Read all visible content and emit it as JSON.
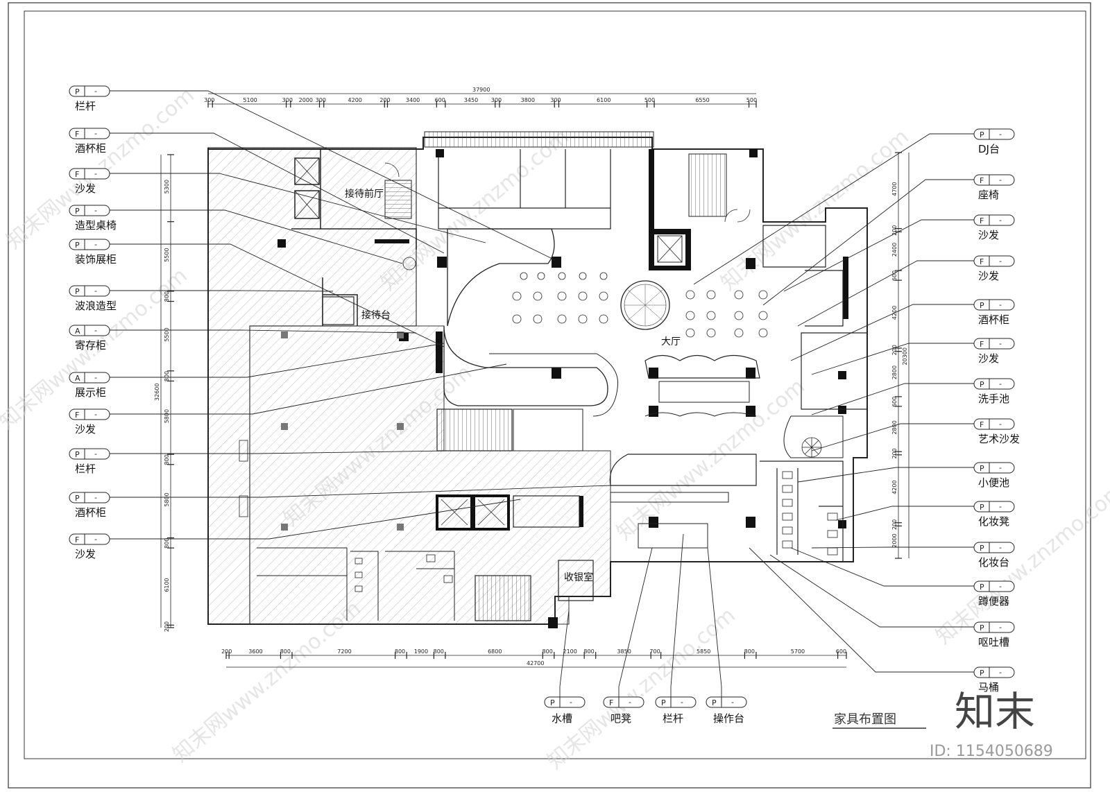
{
  "drawing_title": "家具布置图",
  "brand_mark": "知末",
  "id_text": "ID: 1154050689",
  "watermark_text": "知末网www.znzmo.com",
  "dims": {
    "top_total": "37900",
    "top_segments": [
      "300",
      "5100",
      "300",
      "2000",
      "300",
      "4200",
      "200",
      "3400",
      "600",
      "3450",
      "300",
      "3800",
      "300",
      "6100",
      "500",
      "6550",
      "500"
    ],
    "bottom_total": "42700",
    "bottom_segments": [
      "200",
      "3600",
      "800",
      "7200",
      "800",
      "1900",
      "800",
      "6800",
      "800",
      "2100",
      "800",
      "3850",
      "700",
      "5850",
      "800",
      "5700",
      "600"
    ],
    "left_total": "32600",
    "left_segments": [
      "5300",
      "5500",
      "800",
      "5500",
      "800",
      "5800",
      "800",
      "5800",
      "800",
      "6100",
      "200"
    ],
    "right_total": "20300",
    "right_segments": [
      "4700",
      "200",
      "2400",
      "600",
      "4200",
      "200",
      "2800",
      "600",
      "2800",
      "200",
      "4200",
      "200",
      "2000"
    ]
  },
  "rooms": {
    "reception_hall": "接待前厅",
    "reception_desk": "接待台",
    "main_hall": "大厅",
    "cashier": "收银室"
  },
  "left_tags": [
    {
      "code": "P",
      "label": "栏杆"
    },
    {
      "code": "F",
      "label": "酒杯柜"
    },
    {
      "code": "F",
      "label": "沙发"
    },
    {
      "code": "P",
      "label": "造型桌椅"
    },
    {
      "code": "P",
      "label": "装饰展柜"
    },
    {
      "code": "P",
      "label": "波浪造型"
    },
    {
      "code": "A",
      "label": "寄存柜"
    },
    {
      "code": "A",
      "label": "展示柜"
    },
    {
      "code": "F",
      "label": "沙发"
    },
    {
      "code": "P",
      "label": "栏杆"
    },
    {
      "code": "P",
      "label": "酒杯柜"
    },
    {
      "code": "F",
      "label": "沙发"
    }
  ],
  "right_tags": [
    {
      "code": "P",
      "label": "DJ台"
    },
    {
      "code": "F",
      "label": "座椅"
    },
    {
      "code": "F",
      "label": "沙发"
    },
    {
      "code": "F",
      "label": "沙发"
    },
    {
      "code": "P",
      "label": "酒杯柜"
    },
    {
      "code": "F",
      "label": "沙发"
    },
    {
      "code": "P",
      "label": "洗手池"
    },
    {
      "code": "F",
      "label": "艺术沙发"
    },
    {
      "code": "P",
      "label": "小便池"
    },
    {
      "code": "P",
      "label": "化妆凳"
    },
    {
      "code": "P",
      "label": "化妆台"
    },
    {
      "code": "P",
      "label": "蹲便器"
    },
    {
      "code": "P",
      "label": "呕吐槽"
    },
    {
      "code": "P",
      "label": "马桶"
    }
  ],
  "bottom_tags": [
    {
      "code": "P",
      "label": "水槽"
    },
    {
      "code": "F",
      "label": "吧凳"
    },
    {
      "code": "P",
      "label": "栏杆"
    },
    {
      "code": "P",
      "label": "操作台"
    }
  ]
}
